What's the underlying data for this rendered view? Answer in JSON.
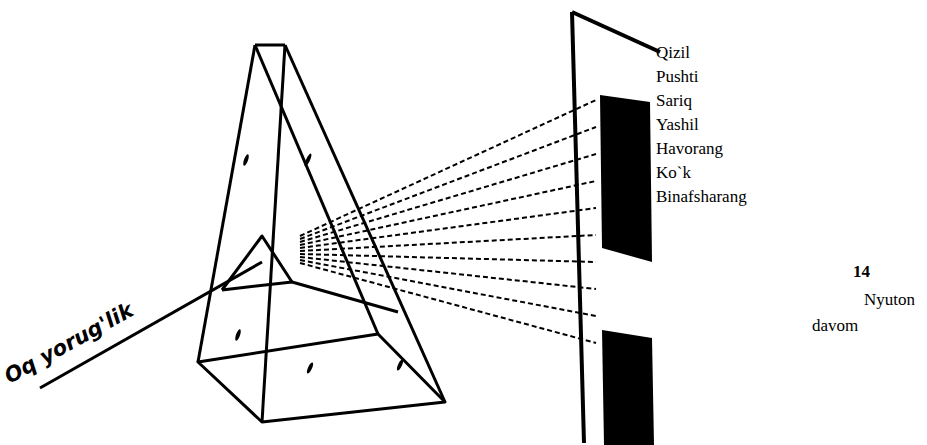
{
  "diagram": {
    "labels": [
      "Oq yorug'lik",
      "Qizil",
      "Pushti",
      "Sariq",
      "Yashil",
      "Havorang",
      "Ko`k",
      "Binafsharang",
      "14",
      "Nyuton",
      "davom"
    ]
  }
}
